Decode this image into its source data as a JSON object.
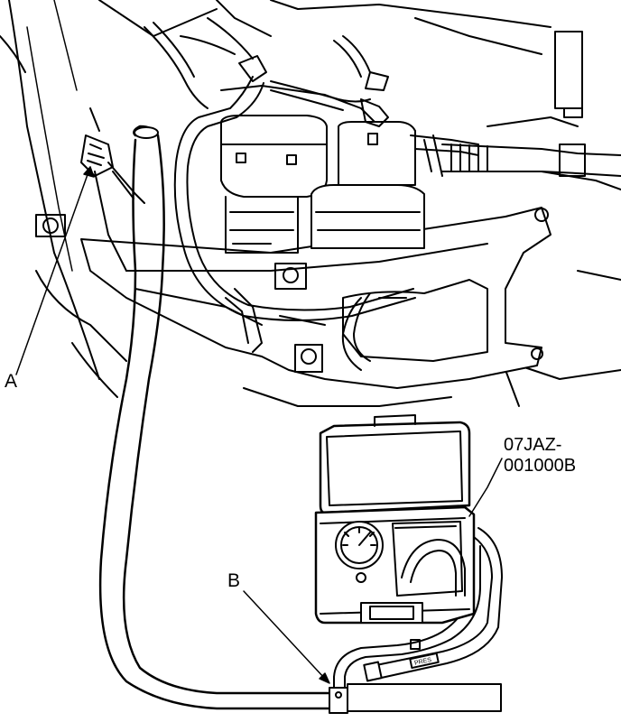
{
  "labels": {
    "a": "A",
    "b": "B",
    "tool_line1": "07JAZ-",
    "tool_line2": "001000B",
    "pres": "PRES"
  },
  "colors": {
    "ink": "#000000",
    "paper": "#ffffff",
    "shade": "#d9d9d9"
  }
}
